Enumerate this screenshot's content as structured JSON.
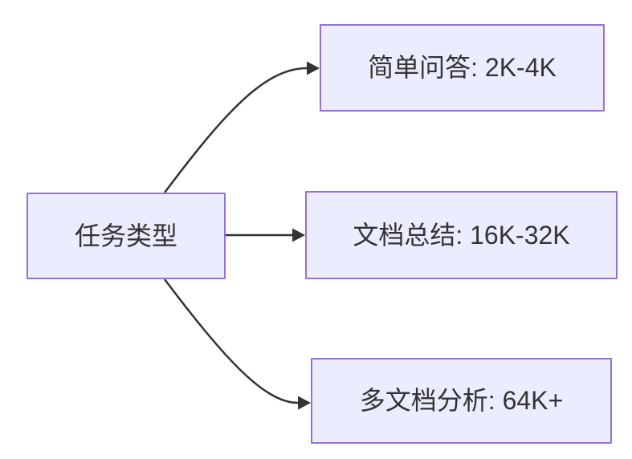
{
  "diagram": {
    "type": "flowchart-LR",
    "root": {
      "id": "task-type",
      "label": "任务类型"
    },
    "branches": [
      {
        "id": "simple-qa",
        "label": "简单问答: 2K-4K"
      },
      {
        "id": "doc-summary",
        "label": "文档总结: 16K-32K"
      },
      {
        "id": "multi-doc",
        "label": "多文档分析: 64K+"
      }
    ],
    "colors": {
      "node_fill": "#ECECFF",
      "node_border": "#9370DB",
      "edge": "#333333",
      "text": "#333333",
      "background": "#FFFFFF"
    }
  }
}
